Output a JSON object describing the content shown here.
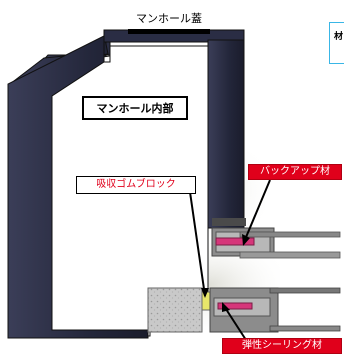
{
  "labels": {
    "manhole_cover": "マンホール蓋",
    "manhole_interior": "マンホール内部",
    "absorbing_rubber_block": "吸収ゴムブロック",
    "backup_material": "バックアップ材",
    "elastic_sealing_material": "弾性シーリング材",
    "side_note": "材"
  },
  "colors": {
    "structure": "#272a3f",
    "red_label": "#e0001b",
    "sealant_pink": "#d6367a",
    "block_yellow": "#e7e66a",
    "note_border": "#39b6e6"
  }
}
